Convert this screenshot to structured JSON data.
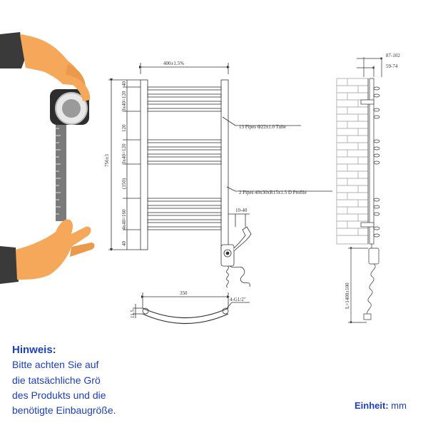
{
  "front_view": {
    "width_label": "400±1.5%",
    "height_label": "756±3",
    "left_dims": [
      "40",
      "3x40=120",
      "120",
      "3x40=120",
      "(150)",
      "4x40=160",
      "40"
    ],
    "callout_pipes": "13 Pipes Φ22x1.0 Tube",
    "callout_profile": "2 Pipes 40x30xR15x1.5  D  Profile",
    "heater_offset": "10-40"
  },
  "top_view": {
    "width_label": "350",
    "depth_label": "11.5",
    "thread_label": "4-G1/2\""
  },
  "side_view": {
    "depth_outer": "87-102",
    "depth_inner": "59-74",
    "cable_label": "L=1400±100"
  },
  "notice": {
    "title": "Hinweis:",
    "lines": [
      "Bitte achten Sie auf",
      "die tatsächliche Grö",
      "des Produkts und die",
      "benötigte Einbaugröße."
    ]
  },
  "unit": {
    "label": "Einheit:",
    "value": "mm"
  },
  "colors": {
    "text_blue": "#1b3fbf",
    "line": "#333333",
    "skin": "#f5a85a",
    "sleeve": "#3a3a3a",
    "tape": "#7a7a7a"
  }
}
